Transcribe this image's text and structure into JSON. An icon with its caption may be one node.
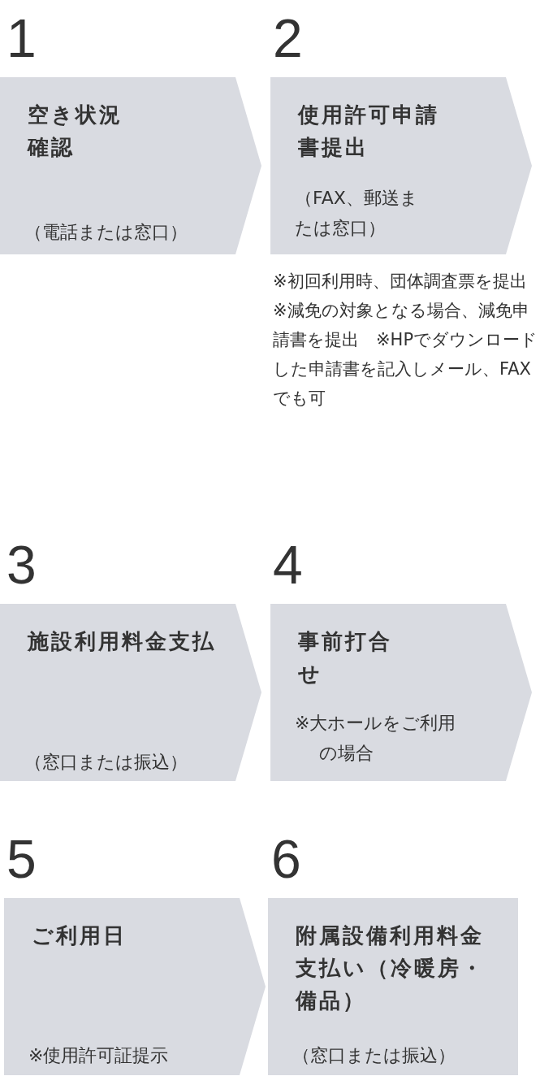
{
  "diagram": {
    "nodes": [
      {
        "text": [
          "空き状況確認",
          "（電話または窓口）"
        ],
        "beside": [
          "1"
        ]
      },
      {
        "text": [
          "使用許可申請書提出",
          "（FAX、郵送または窓口）"
        ],
        "beside": [
          "2",
          "※初回利用時、団体調査票を提出　※減免の対象となる場合、減免申請書を提出　※HPでダウンロードした申請書を記入しメール、FAXでも可"
        ]
      },
      {
        "text": [
          "施設利用料金支払",
          "（窓口または振込）"
        ],
        "beside": [
          "3"
        ]
      },
      {
        "text": [
          "事前打合せ",
          "※大ホールをご利用の場合"
        ],
        "beside": [
          "4"
        ]
      },
      {
        "text": [
          "ご利用日",
          "※使用許可証提示"
        ],
        "beside": [
          "5"
        ]
      },
      {
        "text": [
          "附属設備利用料金支払い（冷暖房・備品）",
          "（窓口または振込）"
        ],
        "beside": [
          "6"
        ]
      }
    ]
  }
}
